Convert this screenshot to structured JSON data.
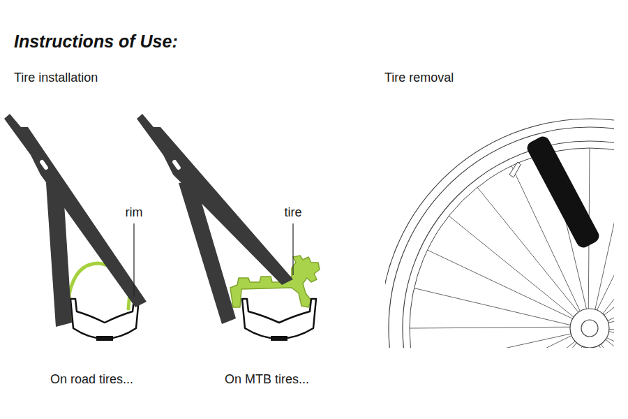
{
  "diagram": {
    "title": "Instructions of Use:",
    "labels": [
      "Tire installation",
      "Tire removal",
      "rim",
      "tire",
      "On road tires...",
      "On MTB tires..."
    ]
  }
}
